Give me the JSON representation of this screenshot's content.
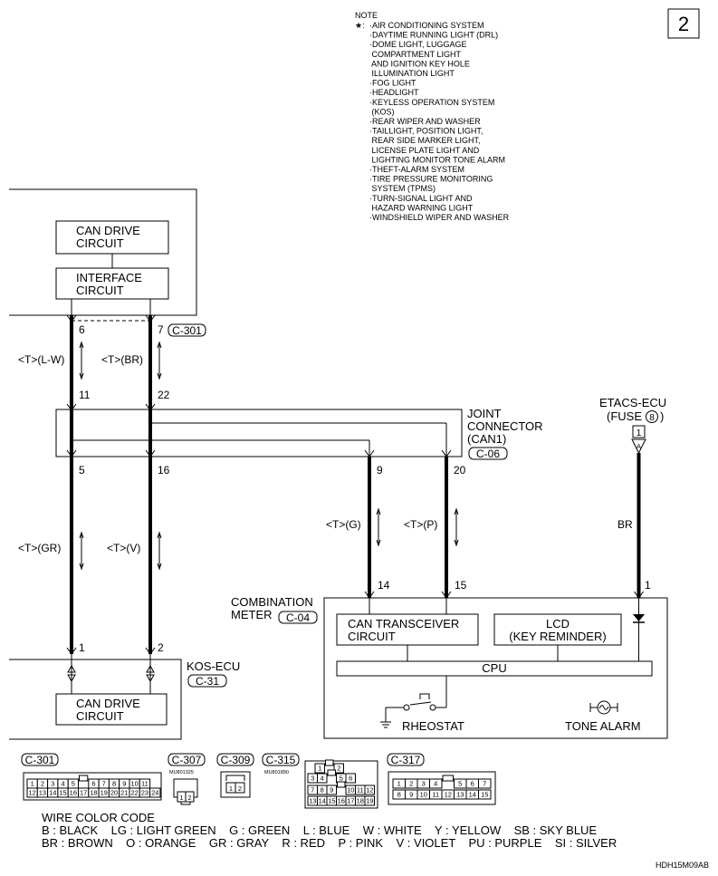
{
  "page_number": "2",
  "note": {
    "title": "NOTE",
    "marker": "★:",
    "lines": [
      "·AIR CONDITIONING SYSTEM",
      "·DAYTIME RUNNING LIGHT (DRL)",
      "·DOME LIGHT, LUGGAGE",
      " COMPARTMENT LIGHT",
      " AND IGNITION KEY HOLE",
      " ILLUMINATION LIGHT",
      "·FOG LIGHT",
      "·HEADLIGHT",
      "·KEYLESS OPERATION SYSTEM",
      " (KOS)",
      "·REAR WIPER AND WASHER",
      "·TAILLIGHT, POSITION LIGHT,",
      " REAR SIDE MARKER LIGHT,",
      " LICENSE PLATE LIGHT AND",
      " LIGHTING MONITOR TONE ALARM",
      "·THEFT-ALARM SYSTEM",
      "·TIRE PRESSURE MONITORING",
      " SYSTEM (TPMS)",
      "·TURN-SIGNAL LIGHT AND",
      " HAZARD WARNING LIGHT",
      "·WINDSHIELD WIPER AND WASHER"
    ]
  },
  "top_unit": {
    "can_drive": [
      "CAN DRIVE",
      "CIRCUIT"
    ],
    "interface": [
      "INTERFACE",
      "CIRCUIT"
    ]
  },
  "connectors": {
    "c301": "C-301",
    "c06": "C-06",
    "c04": "C-04",
    "c31": "C-31"
  },
  "joint_connector": [
    "JOINT",
    "CONNECTOR",
    "(CAN1)"
  ],
  "etacs": {
    "label": "ETACS-ECU",
    "fuse_label": "(FUSE",
    "fuse_num": "8",
    "fuse_close": ")",
    "fuse_box": "1",
    "pin_letter": "A",
    "wire_color": "BR",
    "meter_pin": "1"
  },
  "pins": {
    "top_left": "6",
    "top_right": "7",
    "jc_in_left": "11",
    "jc_in_right": "22",
    "jc_out_1": "5",
    "jc_out_2": "16",
    "jc_out_3": "9",
    "jc_out_4": "20",
    "kos_1": "1",
    "kos_2": "2",
    "meter_1": "14",
    "meter_2": "15"
  },
  "wire_labels": {
    "w1": "<T>(L-W)",
    "w2": "<T>(BR)",
    "w3": "<T>(GR)",
    "w4": "<T>(V)",
    "w5": "<T>(G)",
    "w6": "<T>(P)"
  },
  "meter": {
    "label": [
      "COMBINATION",
      "METER"
    ],
    "transceiver": [
      "CAN TRANSCEIVER",
      "CIRCUIT"
    ],
    "lcd": [
      "LCD",
      "(KEY REMINDER)"
    ],
    "cpu": "CPU",
    "rheostat": "RHEOSTAT",
    "tone_alarm": "TONE ALARM"
  },
  "kos": {
    "label": "KOS-ECU",
    "can_drive": [
      "CAN DRIVE",
      "CIRCUIT"
    ]
  },
  "connector_views": {
    "c301": {
      "label": "C-301",
      "row1": [
        "1",
        "2",
        "3",
        "4",
        "5",
        "",
        "6",
        "7",
        "8",
        "9",
        "10",
        "11"
      ],
      "row2": [
        "12",
        "13",
        "14",
        "15",
        "16",
        "17",
        "18",
        "19",
        "20",
        "21",
        "22",
        "23",
        "24"
      ]
    },
    "c307": {
      "label": "C-307",
      "part": "MU801325",
      "pins": [
        "1",
        "2"
      ]
    },
    "c309": {
      "label": "C-309",
      "pins": [
        "1",
        "2"
      ]
    },
    "c315": {
      "label": "C-315",
      "part": "MU801890",
      "r1": [
        "1",
        "",
        "2"
      ],
      "r2": [
        "3",
        "4",
        "",
        "5",
        "6"
      ],
      "r3": [
        "7",
        "8",
        "9",
        "",
        "10",
        "11",
        "12"
      ],
      "r4": [
        "13",
        "14",
        "15",
        "16",
        "17",
        "18",
        "19"
      ]
    },
    "c317": {
      "label": "C-317",
      "row1": [
        "1",
        "2",
        "3",
        "4",
        "",
        "5",
        "6",
        "7"
      ],
      "row2": [
        "8",
        "9",
        "10",
        "11",
        "12",
        "13",
        "14",
        "15"
      ]
    }
  },
  "wire_color_code": {
    "title": "WIRE COLOR CODE",
    "line1": "B : BLACK    LG : LIGHT GREEN    G : GREEN    L : BLUE    W : WHITE    Y : YELLOW    SB : SKY BLUE",
    "line2": "BR : BROWN    O : ORANGE    GR : GRAY    R : RED    P : PINK    V : VIOLET    PU : PURPLE    SI : SILVER"
  },
  "figure_code": "HDH15M09AB"
}
